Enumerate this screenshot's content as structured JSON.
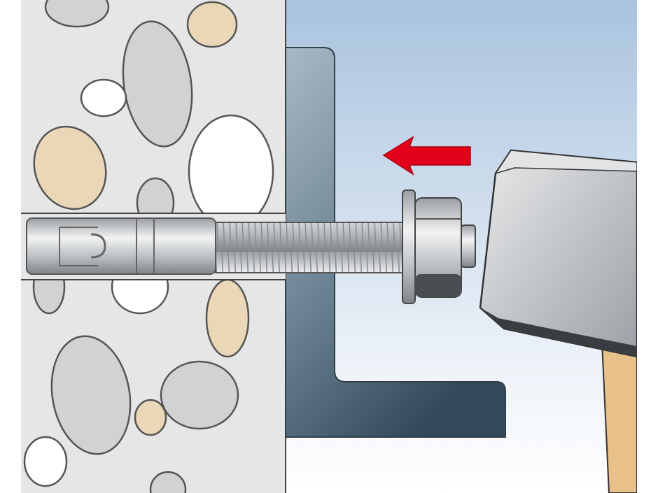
{
  "illustration": {
    "subject": "anchor-bolt-installation",
    "colors": {
      "concrete": "#e6e6e6",
      "pebble_grey": "#d0d2d4",
      "pebble_tan": "#ead7b8",
      "pebble_white": "#ffffff",
      "sky_top": "#a9c3de",
      "sky_bottom": "#ffffff",
      "bracket_light": "#9fb0bd",
      "bracket_dark": "#3f5666",
      "bolt": "#c9ccce",
      "arrow": "#e3001b",
      "hammer_head": "#c8cacc",
      "hammer_handle": "#e8c08a"
    },
    "icons": [
      "concrete-wall",
      "angle-bracket",
      "anchor-bolt",
      "hex-nut",
      "washer",
      "direction-arrow-left",
      "hammer"
    ]
  }
}
